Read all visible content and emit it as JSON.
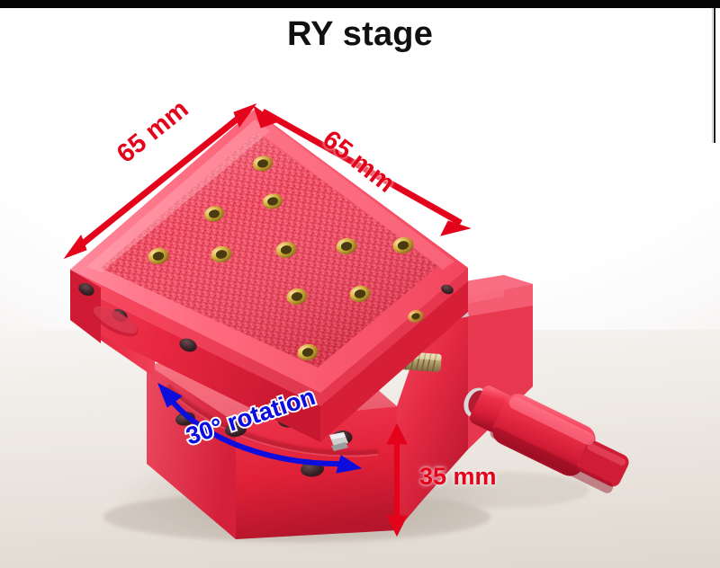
{
  "figure": {
    "title": "RY stage",
    "kind": "product-photograph",
    "subject": "red 3D-printed rotation (RY) positioning stage with brass threaded inserts and red adjustment knob",
    "background_color": "#ffffff",
    "surface_color": "#e9e3dc",
    "title_color": "#111111"
  },
  "annotations": {
    "dimension_top_left": {
      "label": "65 mm",
      "color": "#e3041c",
      "arrow": "double-headed",
      "orientation": "diagonal-up-right"
    },
    "dimension_top_right": {
      "label": "65 mm",
      "color": "#e3041c",
      "arrow": "double-headed",
      "orientation": "diagonal-down-right"
    },
    "dimension_height": {
      "label": "35 mm",
      "color": "#e3041c",
      "arrow": "double-headed",
      "orientation": "vertical"
    },
    "rotation_range": {
      "label": "30° rotation",
      "color": "#0d0ddd",
      "outline_color": "#ffffff",
      "arrow": "double-headed",
      "orientation": "curved-arc"
    }
  },
  "object": {
    "body_color": "#ee2940",
    "body_shadow_color": "#b4152c",
    "body_highlight_color": "#ff5f74",
    "insert_color": "#c9a227",
    "screw_color": "#b9a06a",
    "top_plate_texture": "stippled",
    "threaded_insert_count": 12,
    "knob_color": "#e8253f"
  }
}
